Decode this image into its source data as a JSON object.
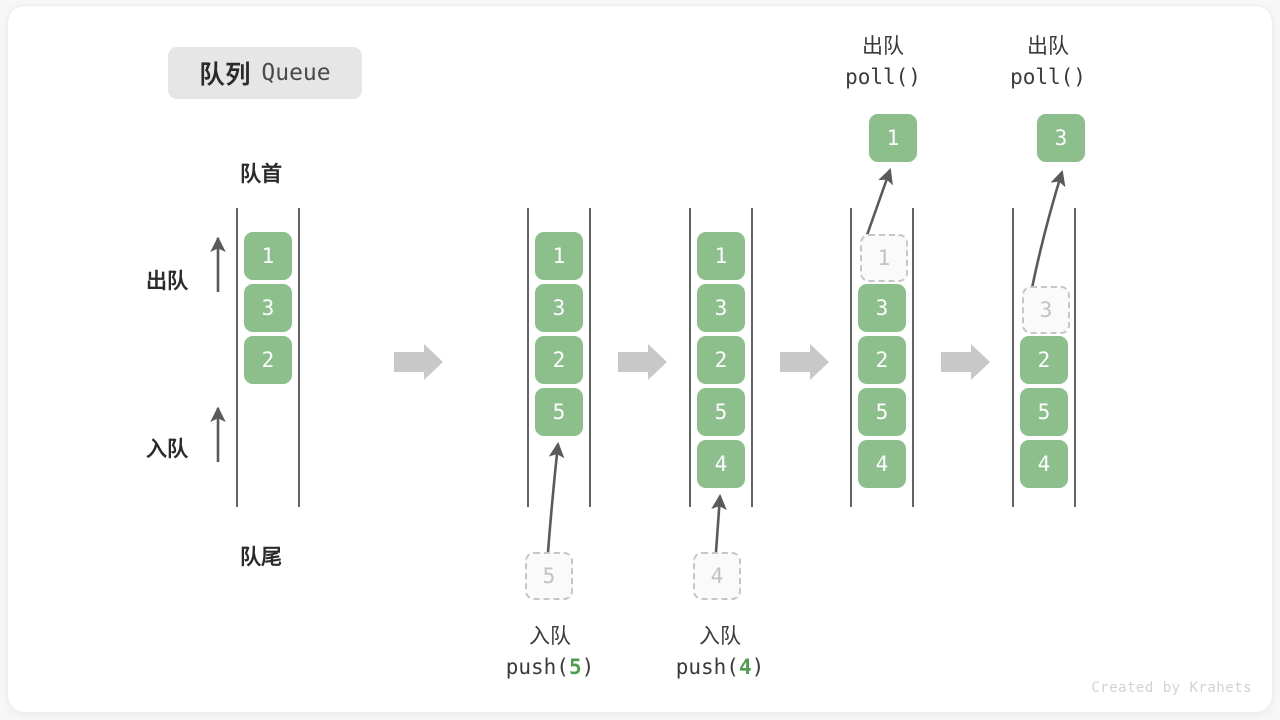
{
  "title": {
    "cn": "队列",
    "en": "Queue"
  },
  "side_labels": {
    "head": "队首",
    "tail": "队尾",
    "dequeue": "出队",
    "enqueue": "入队"
  },
  "watermark": "Created by Krahets",
  "colors": {
    "cell_green": "#8cbf8c",
    "cell_text": "#ffffff",
    "ghost_fill": "#fafafa",
    "ghost_border": "#c6c6c6",
    "ghost_text": "#c2c2c2",
    "rail": "#3c3c3c",
    "arrow": "#5a5a5a",
    "step_arrow": "#c8c8c8",
    "badge_bg": "#e6e6e6",
    "accent_num": "#4f9e4f"
  },
  "steps": [
    {
      "id": "state-initial",
      "cells": [
        "1",
        "3",
        "2"
      ],
      "ghost_index": null,
      "ghost_value": null,
      "op_kind": null,
      "op_cn": null,
      "op_code_prefix": null,
      "op_code_arg": null,
      "op_code_suffix": null,
      "result_value": null
    },
    {
      "id": "state-after-push-5",
      "cells": [
        "1",
        "3",
        "2",
        "5"
      ],
      "ghost_index": null,
      "ghost_value": "5",
      "op_kind": "push",
      "op_cn": "入队",
      "op_code_prefix": "push(",
      "op_code_arg": "5",
      "op_code_suffix": ")",
      "result_value": null
    },
    {
      "id": "state-after-push-4",
      "cells": [
        "1",
        "3",
        "2",
        "5",
        "4"
      ],
      "ghost_index": null,
      "ghost_value": "4",
      "op_kind": "push",
      "op_cn": "入队",
      "op_code_prefix": "push(",
      "op_code_arg": "4",
      "op_code_suffix": ")",
      "result_value": null
    },
    {
      "id": "state-after-poll-1",
      "cells": [
        "3",
        "2",
        "5",
        "4"
      ],
      "ghost_index": 0,
      "ghost_value": "1",
      "op_kind": "poll",
      "op_cn": "出队",
      "op_code_prefix": "poll(",
      "op_code_arg": "",
      "op_code_suffix": ")",
      "result_value": "1"
    },
    {
      "id": "state-after-poll-3",
      "cells": [
        "2",
        "5",
        "4"
      ],
      "ghost_index": 1,
      "ghost_value": "3",
      "op_kind": "poll",
      "op_cn": "出队",
      "op_code_prefix": "poll(",
      "op_code_arg": "",
      "op_code_suffix": ")",
      "result_value": "3"
    }
  ]
}
